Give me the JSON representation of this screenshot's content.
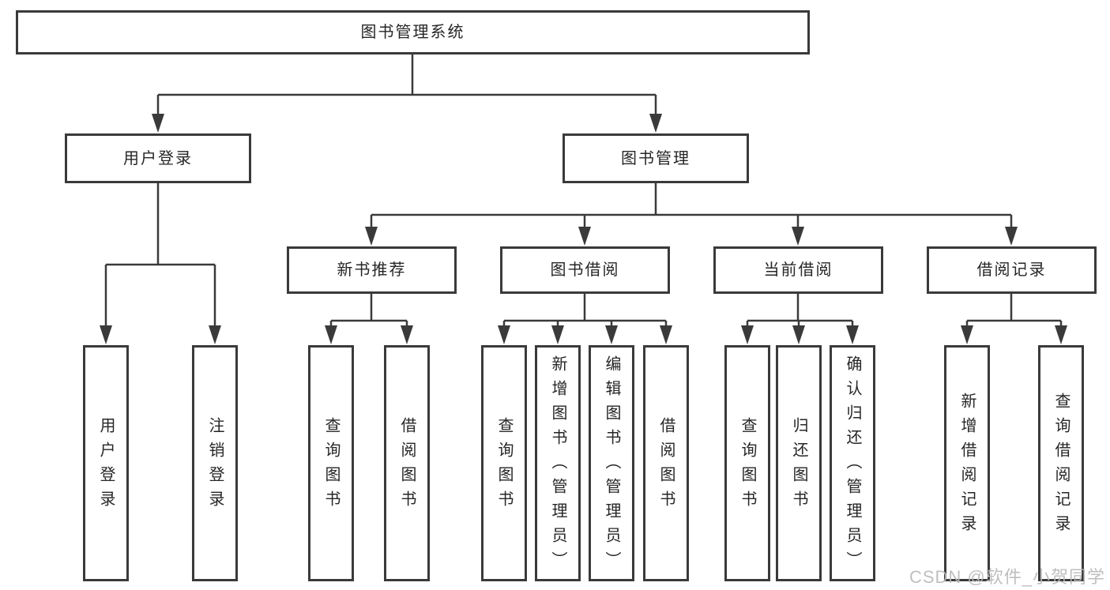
{
  "tree": {
    "label": "图书管理系统",
    "children": [
      {
        "label": "用户登录",
        "children": [
          {
            "label": "用户登录"
          },
          {
            "label": "注销登录"
          }
        ]
      },
      {
        "label": "图书管理",
        "children": [
          {
            "label": "新书推荐",
            "children": [
              {
                "label": "查询图书"
              },
              {
                "label": "借阅图书"
              }
            ]
          },
          {
            "label": "图书借阅",
            "children": [
              {
                "label": "查询图书"
              },
              {
                "label": "新增图书（管理员）"
              },
              {
                "label": "编辑图书（管理员）"
              },
              {
                "label": "借阅图书"
              }
            ]
          },
          {
            "label": "当前借阅",
            "children": [
              {
                "label": "查询图书"
              },
              {
                "label": "归还图书"
              },
              {
                "label": "确认归还（管理员）"
              }
            ]
          },
          {
            "label": "借阅记录",
            "children": [
              {
                "label": "新增借阅记录"
              },
              {
                "label": "查询借阅记录"
              }
            ]
          }
        ]
      }
    ]
  },
  "watermark": "CSDN @软件_小贺同学",
  "colors": {
    "line": "#3a3a3a",
    "box_border": "#3a3a3a",
    "text": "#262626",
    "watermark": "#bababa",
    "background": "#ffffff"
  }
}
